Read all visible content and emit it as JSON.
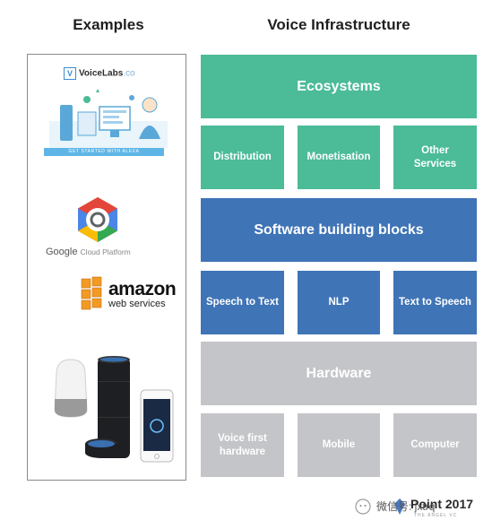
{
  "headings": {
    "examples": "Examples",
    "infrastructure": "Voice Infrastructure"
  },
  "examples": {
    "voicelabs": {
      "name": "VoiceLabs",
      "suffix": ".co",
      "banner": "GET STARTED WITH ALEXA"
    },
    "google": {
      "brand": "Google",
      "product": "Cloud Platform"
    },
    "aws": {
      "main": "amazon",
      "sub": "web services"
    }
  },
  "infrastructure": {
    "ecosystems": "Ecosystems",
    "distribution": "Distribution",
    "monetisation": "Monetisation",
    "other_services": "Other Services",
    "software": "Software building blocks",
    "speech_to_text": "Speech to Text",
    "nlp": "NLP",
    "text_to_speech": "Text to Speech",
    "hardware": "Hardware",
    "voice_first": "Voice first hardware",
    "mobile": "Mobile",
    "computer": "Computer"
  },
  "colors": {
    "green": "#4bbb98",
    "blue": "#3f74b6",
    "gray": "#c4c5c8"
  },
  "footer": {
    "point_text": "Point 2017",
    "angel_text": "THE ANGEL VC",
    "watermark_cn": "微信号: jxtrq"
  }
}
